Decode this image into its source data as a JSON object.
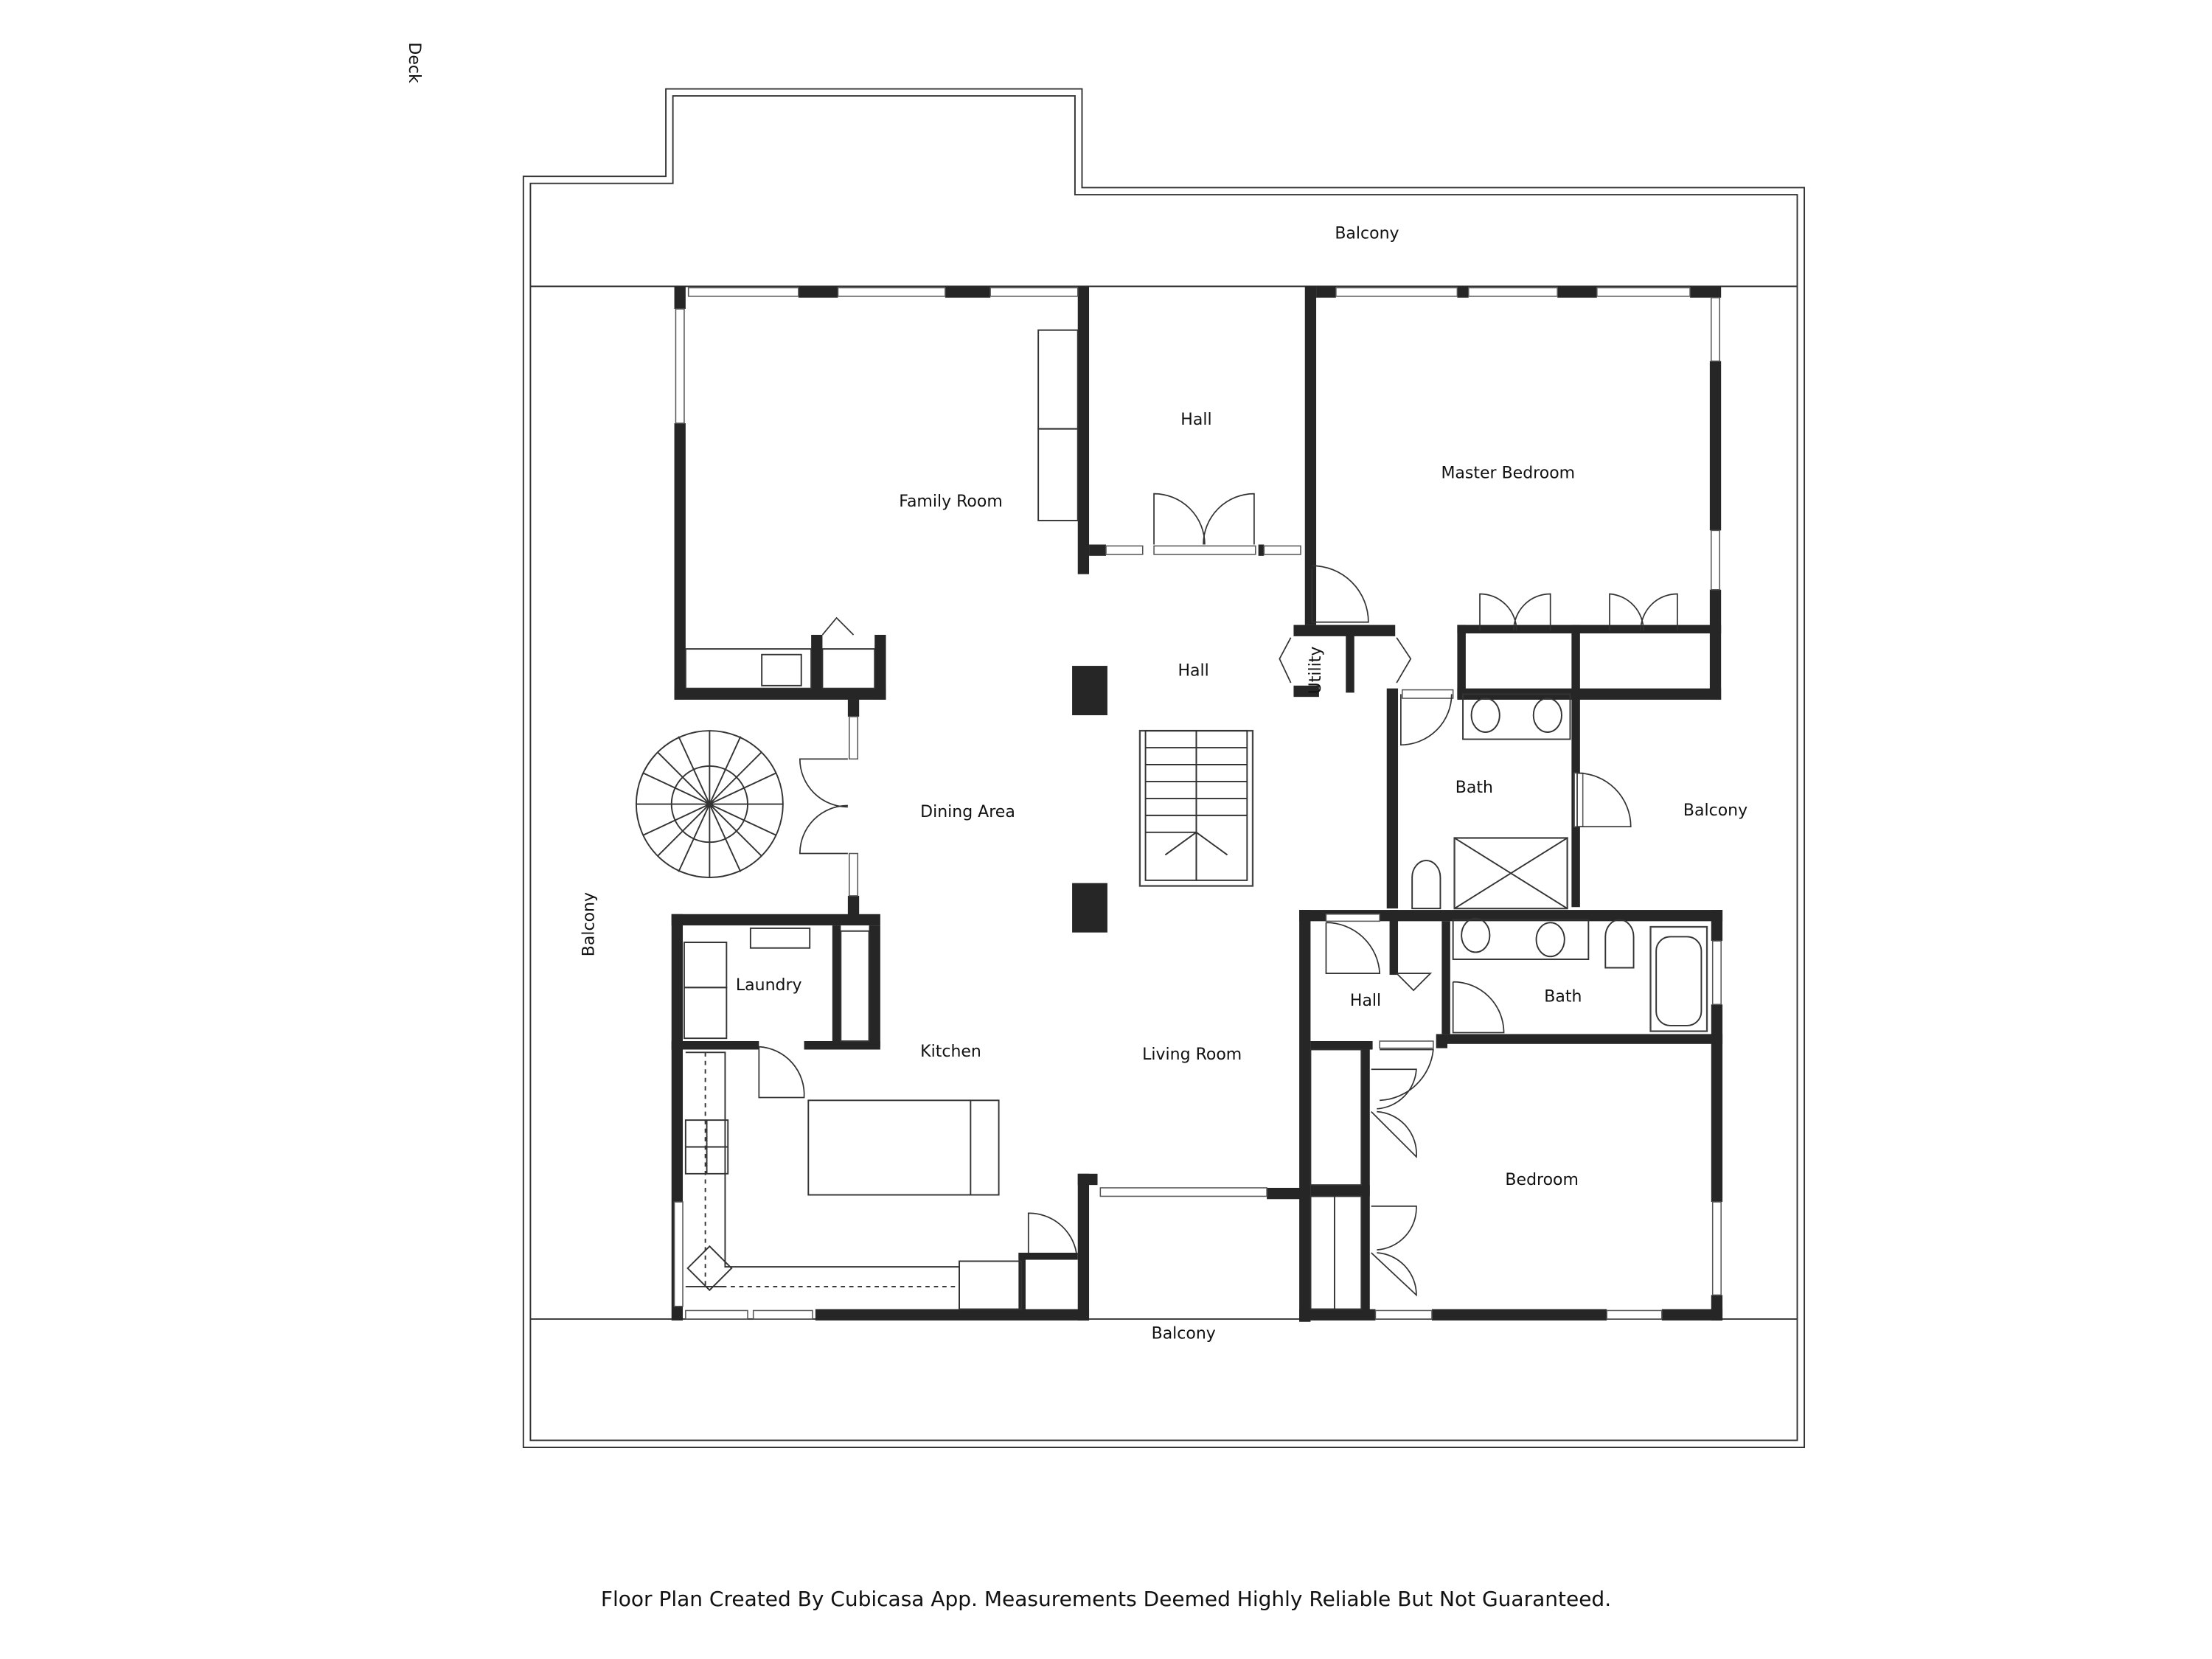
{
  "plan": {
    "labels": {
      "deck": "Deck",
      "balcony_top": "Balcony",
      "balcony_left": "Balcony",
      "balcony_right": "Balcony",
      "balcony_bottom": "Balcony",
      "family_room": "Family Room",
      "hall_upper": "Hall",
      "master_bedroom": "Master Bedroom",
      "hall_center": "Hall",
      "utility": "Utility",
      "dining_area": "Dining Area",
      "bath_upper": "Bath",
      "laundry": "Laundry",
      "kitchen": "Kitchen",
      "living_room": "Living Room",
      "hall_lower": "Hall",
      "bath_lower": "Bath",
      "bedroom": "Bedroom"
    },
    "colors": {
      "wall": "#262626",
      "background": "#ffffff",
      "line": "#333333"
    }
  },
  "footer": {
    "disclaimer": "Floor Plan Created By Cubicasa App. Measurements Deemed Highly Reliable But Not Guaranteed."
  }
}
